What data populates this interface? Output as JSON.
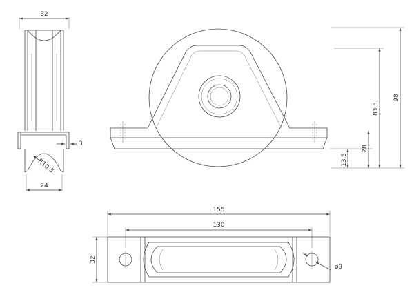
{
  "drawing": {
    "side_view": {
      "width_top": "32",
      "width_bottom": "24",
      "thickness": "3",
      "groove_radius": "R10.3"
    },
    "front_view": {
      "height_total": "98",
      "height_axle": "83.5",
      "height_base": "28",
      "height_flange": "13.5"
    },
    "top_view": {
      "length_total": "155",
      "hole_spacing": "130",
      "width": "32",
      "hole_diameter": "ø9"
    }
  }
}
